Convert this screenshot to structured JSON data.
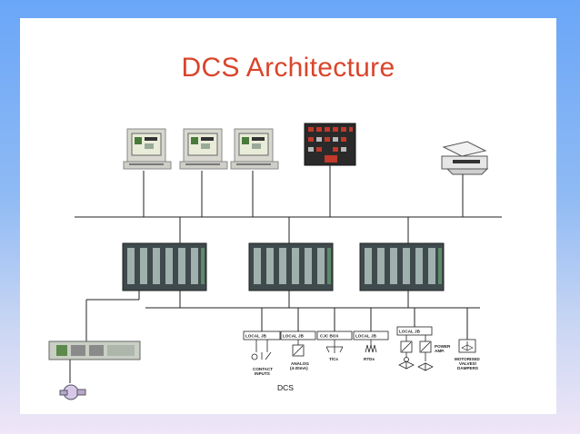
{
  "slide": {
    "title": "DCS Architecture",
    "caption": "DCS"
  },
  "field_devices": [
    {
      "box_label": "LOCAL JB",
      "device_label_lines": [
        "CONTACT",
        "INPUTS"
      ]
    },
    {
      "box_label": "LOCAL JB",
      "device_label_lines": [
        "ANALOG",
        "(4-20mA)"
      ]
    },
    {
      "box_label": "CJC BOX",
      "device_label_lines": [
        "T/Cs"
      ]
    },
    {
      "box_label": "LOCAL JB",
      "device_label_lines": [
        "RTDs"
      ]
    },
    {
      "box_label": "LOCAL JB",
      "device_label_lines": [
        "POWER",
        "AMP."
      ]
    },
    {
      "box_label": "",
      "device_label_lines": [
        "MOTORISED",
        "VALVES/",
        "DAMPERS"
      ]
    }
  ],
  "colors": {
    "title": "#d9452b",
    "bus_line": "#222222",
    "rack": "#3f4a4d",
    "monitor_screen": "#e9ecd9"
  }
}
